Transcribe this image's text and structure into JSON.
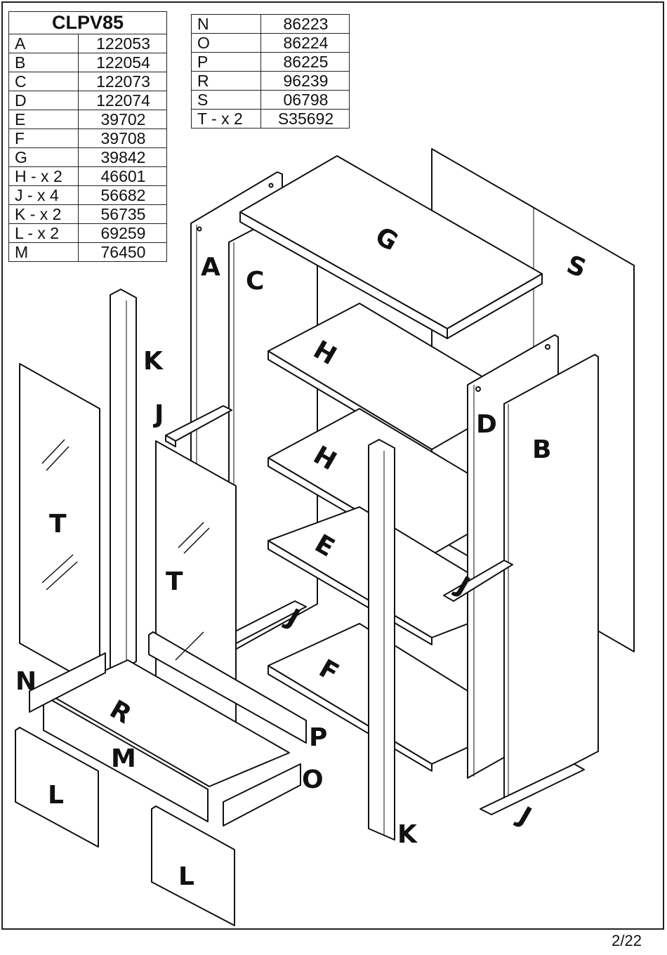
{
  "parts_table": {
    "model": "CLPV85",
    "left": [
      {
        "label": "A",
        "code": "122053"
      },
      {
        "label": "B",
        "code": "122054"
      },
      {
        "label": "C",
        "code": "122073"
      },
      {
        "label": "D",
        "code": "122074"
      },
      {
        "label": "E",
        "code": "39702"
      },
      {
        "label": "F",
        "code": "39708"
      },
      {
        "label": "G",
        "code": "39842"
      },
      {
        "label": "H - x 2",
        "code": "46601"
      },
      {
        "label": "J - x 4",
        "code": "56682"
      },
      {
        "label": "K - x 2",
        "code": "56735"
      },
      {
        "label": "L - x 2",
        "code": "69259"
      },
      {
        "label": "M",
        "code": "76450"
      }
    ],
    "right": [
      {
        "label": "N",
        "code": "86223"
      },
      {
        "label": "O",
        "code": "86224"
      },
      {
        "label": "P",
        "code": "86225"
      },
      {
        "label": "R",
        "code": "96239"
      },
      {
        "label": "S",
        "code": "06798"
      },
      {
        "label": "T - x 2",
        "code": "S35692"
      }
    ]
  },
  "part_labels": {
    "A": "A",
    "B": "B",
    "C": "C",
    "D": "D",
    "E": "E",
    "F": "F",
    "G": "G",
    "H": "H",
    "J": "J",
    "K": "K",
    "L": "L",
    "M": "M",
    "N": "N",
    "O": "O",
    "P": "P",
    "R": "R",
    "S": "S",
    "T": "T"
  },
  "page": {
    "number": "2/22"
  }
}
